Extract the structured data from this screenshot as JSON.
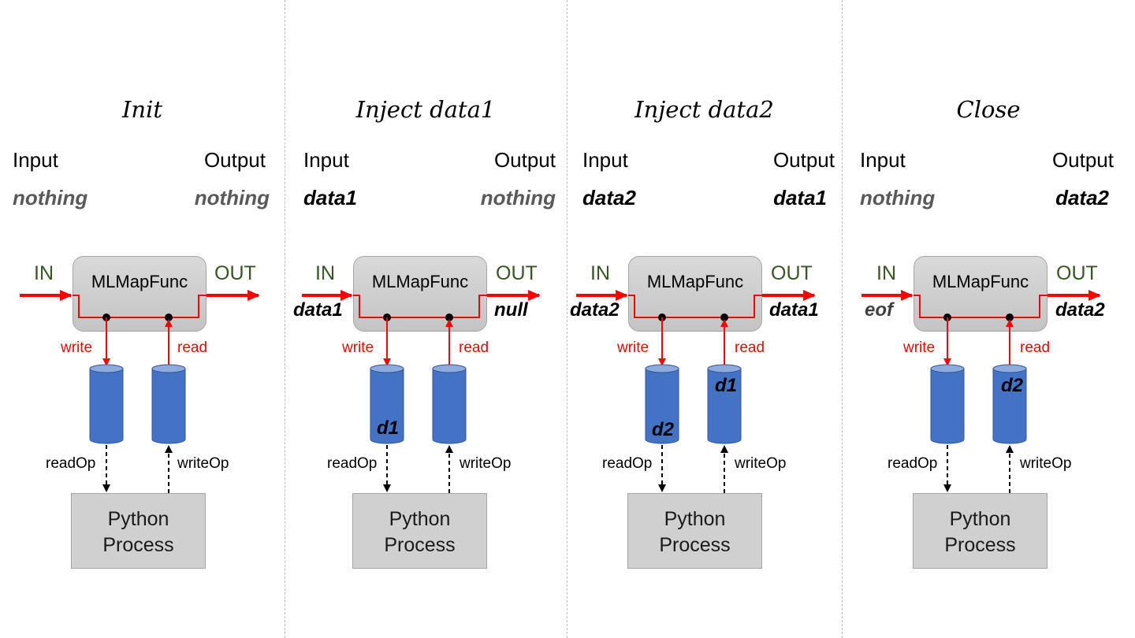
{
  "panels": [
    {
      "title": "Init",
      "input_label": "Input",
      "output_label": "Output",
      "input_value": "nothing",
      "output_value": "nothing",
      "in_port": "IN",
      "out_port": "OUT",
      "func_name": "MLMapFunc",
      "in_flow": "",
      "out_flow": "",
      "write_label": "write",
      "read_label": "read",
      "write_buffer": "",
      "read_buffer": "",
      "read_op": "readOp",
      "write_op": "writeOp",
      "process_line1": "Python",
      "process_line2": "Process"
    },
    {
      "title": "Inject data1",
      "input_label": "Input",
      "output_label": "Output",
      "input_value": "data1",
      "output_value": "nothing",
      "in_port": "IN",
      "out_port": "OUT",
      "func_name": "MLMapFunc",
      "in_flow": "data1",
      "out_flow": "null",
      "write_label": "write",
      "read_label": "read",
      "write_buffer": "d1",
      "read_buffer": "",
      "read_op": "readOp",
      "write_op": "writeOp",
      "process_line1": "Python",
      "process_line2": "Process"
    },
    {
      "title": "Inject data2",
      "input_label": "Input",
      "output_label": "Output",
      "input_value": "data2",
      "output_value": "data1",
      "in_port": "IN",
      "out_port": "OUT",
      "func_name": "MLMapFunc",
      "in_flow": "data2",
      "out_flow": "data1",
      "write_label": "write",
      "read_label": "read",
      "write_buffer": "d2",
      "read_buffer": "d1",
      "read_op": "readOp",
      "write_op": "writeOp",
      "process_line1": "Python",
      "process_line2": "Process"
    },
    {
      "title": "Close",
      "input_label": "Input",
      "output_label": "Output",
      "input_value": "nothing",
      "output_value": "data2",
      "in_port": "IN",
      "out_port": "OUT",
      "func_name": "MLMapFunc",
      "in_flow": "eof",
      "out_flow": "data2",
      "write_label": "write",
      "read_label": "read",
      "write_buffer": "",
      "read_buffer": "d2",
      "read_op": "readOp",
      "write_op": "writeOp",
      "process_line1": "Python",
      "process_line2": "Process"
    }
  ],
  "colors": {
    "flow_arrow": "#ff0000",
    "buffer": "#4472c4",
    "buffer_top": "#8faadc",
    "port_label": "#375623"
  }
}
